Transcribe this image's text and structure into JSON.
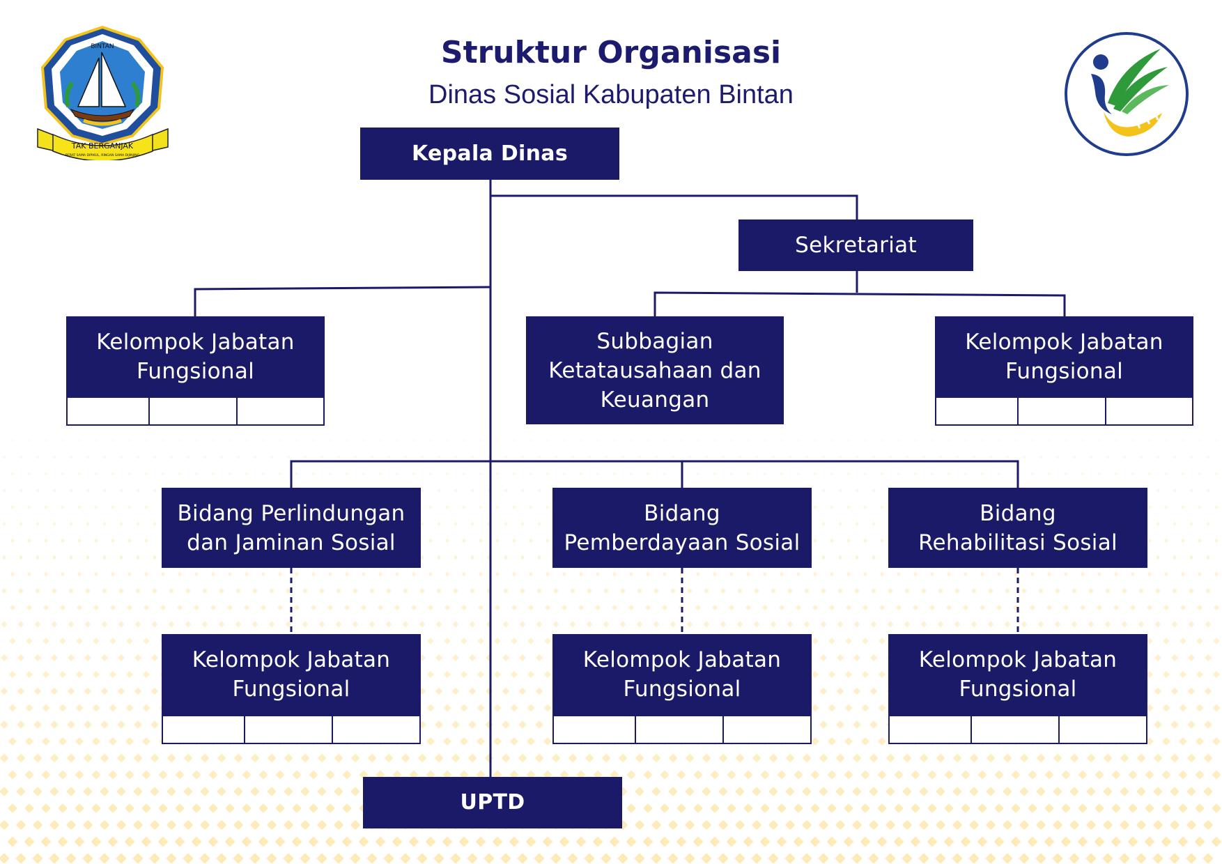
{
  "header": {
    "title": "Struktur Organisasi",
    "subtitle": "Dinas Sosial Kabupaten Bintan"
  },
  "logos": {
    "left": {
      "icon": "bintan-regency-crest-icon",
      "ribbon_text": "TAK BERGANJAK",
      "ribbon_small": "BERAT SAMA DIPIKUL, RINGAN SAMA DIJINJING",
      "crest_top": "BINTAN"
    },
    "right": {
      "icon": "kemensos-logo-icon"
    }
  },
  "colors": {
    "navy": "#1b1a69",
    "title": "#1d1b6e",
    "pattern": "#fdeab8",
    "logo_green": "#2e9a3a",
    "logo_yellow": "#f3c21b",
    "logo_blue": "#1f3d8c"
  },
  "org": {
    "kepala": "Kepala Dinas",
    "sekretariat": "Sekretariat",
    "kjf_left": {
      "line1": "Kelompok Jabatan",
      "line2": "Fungsional"
    },
    "subbagian": {
      "line1": "Subbagian",
      "line2": "Ketatausahaan dan",
      "line3": "Keuangan"
    },
    "kjf_right": {
      "line1": "Kelompok Jabatan",
      "line2": "Fungsional"
    },
    "bidang1": {
      "line1": "Bidang Perlindungan",
      "line2": "dan Jaminan Sosial"
    },
    "bidang2": {
      "line1": "Bidang",
      "line2": "Pemberdayaan Sosial"
    },
    "bidang3": {
      "line1": "Bidang",
      "line2": "Rehabilitasi Sosial"
    },
    "kjf_b1": {
      "line1": "Kelompok Jabatan",
      "line2": "Fungsional"
    },
    "kjf_b2": {
      "line1": "Kelompok Jabatan",
      "line2": "Fungsional"
    },
    "kjf_b3": {
      "line1": "Kelompok Jabatan",
      "line2": "Fungsional"
    },
    "uptd": "UPTD"
  }
}
